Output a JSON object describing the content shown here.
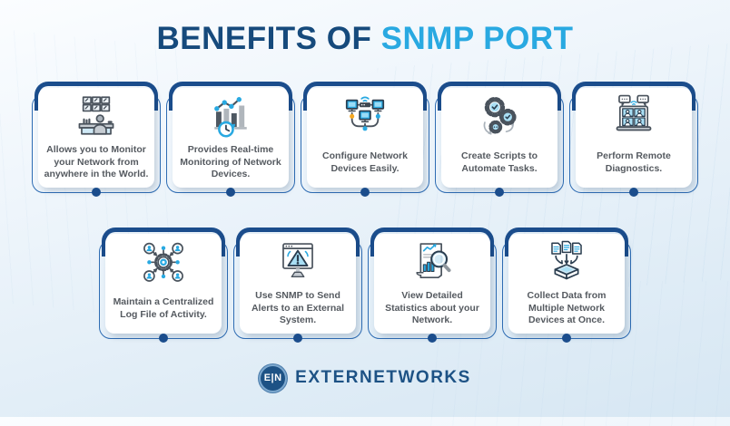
{
  "title": {
    "prefix": "BENEFITS OF",
    "highlight": "SNMP PORT"
  },
  "colors": {
    "navy": "#1b4d8c",
    "accent_blue": "#29a9e1",
    "outline_blue": "#2e6cb3",
    "text_gray": "#555a60"
  },
  "cards": [
    {
      "icon": "monitoring-desk-icon",
      "label": "Allows you to Monitor your Network from anywhere in the World."
    },
    {
      "icon": "realtime-chart-icon",
      "label": "Provides Real-time Monitoring of Network Devices."
    },
    {
      "icon": "network-devices-icon",
      "label": "Configure Network Devices Easily."
    },
    {
      "icon": "automation-gears-icon",
      "label": "Create Scripts to Automate Tasks."
    },
    {
      "icon": "remote-diagnostics-icon",
      "label": "Perform Remote Diagnostics."
    },
    {
      "icon": "centralized-log-icon",
      "label": "Maintain a Centralized Log File of Activity."
    },
    {
      "icon": "alert-monitor-icon",
      "label": "Use SNMP to Send Alerts to an External System."
    },
    {
      "icon": "statistics-magnifier-icon",
      "label": "View Detailed Statistics about your Network."
    },
    {
      "icon": "collect-data-icon",
      "label": "Collect Data from Multiple Network Devices at Once."
    }
  ],
  "footer": {
    "logo_monogram": "E|N",
    "brand": "EXTERNETWORKS"
  }
}
